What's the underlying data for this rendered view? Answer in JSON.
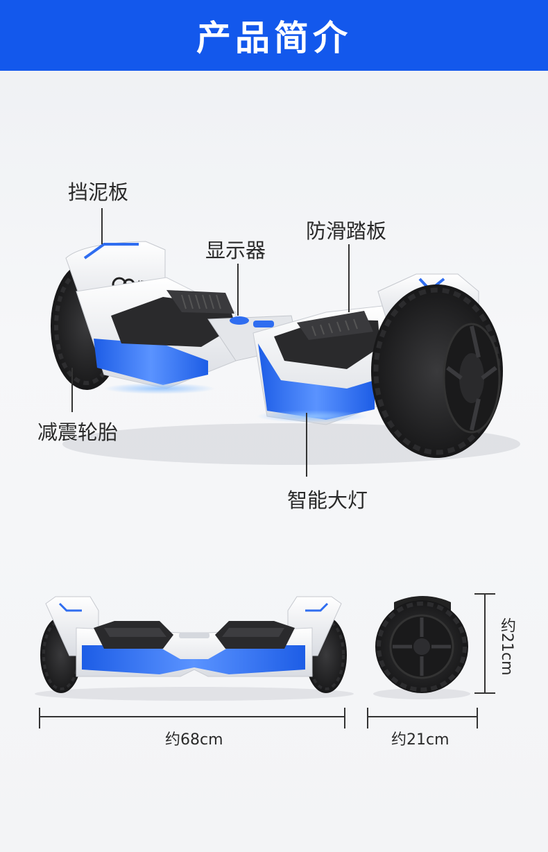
{
  "header": {
    "title": "产品简介"
  },
  "callouts": {
    "fender": "挡泥板",
    "display": "显示器",
    "anti_slip_pedal": "防滑踏板",
    "shock_tire": "减震轮胎",
    "headlight": "智能大灯"
  },
  "logo": {
    "text": "领奥"
  },
  "dimensions": {
    "length": "约68cm",
    "width": "约21cm",
    "height": "约21cm"
  },
  "colors": {
    "header_bg": "#1358ec",
    "body_white": "#f4f5f7",
    "accent_blue": "#2f6df0",
    "tire_black": "#1c1c1e",
    "pedal_dark": "#2a2a2c"
  }
}
